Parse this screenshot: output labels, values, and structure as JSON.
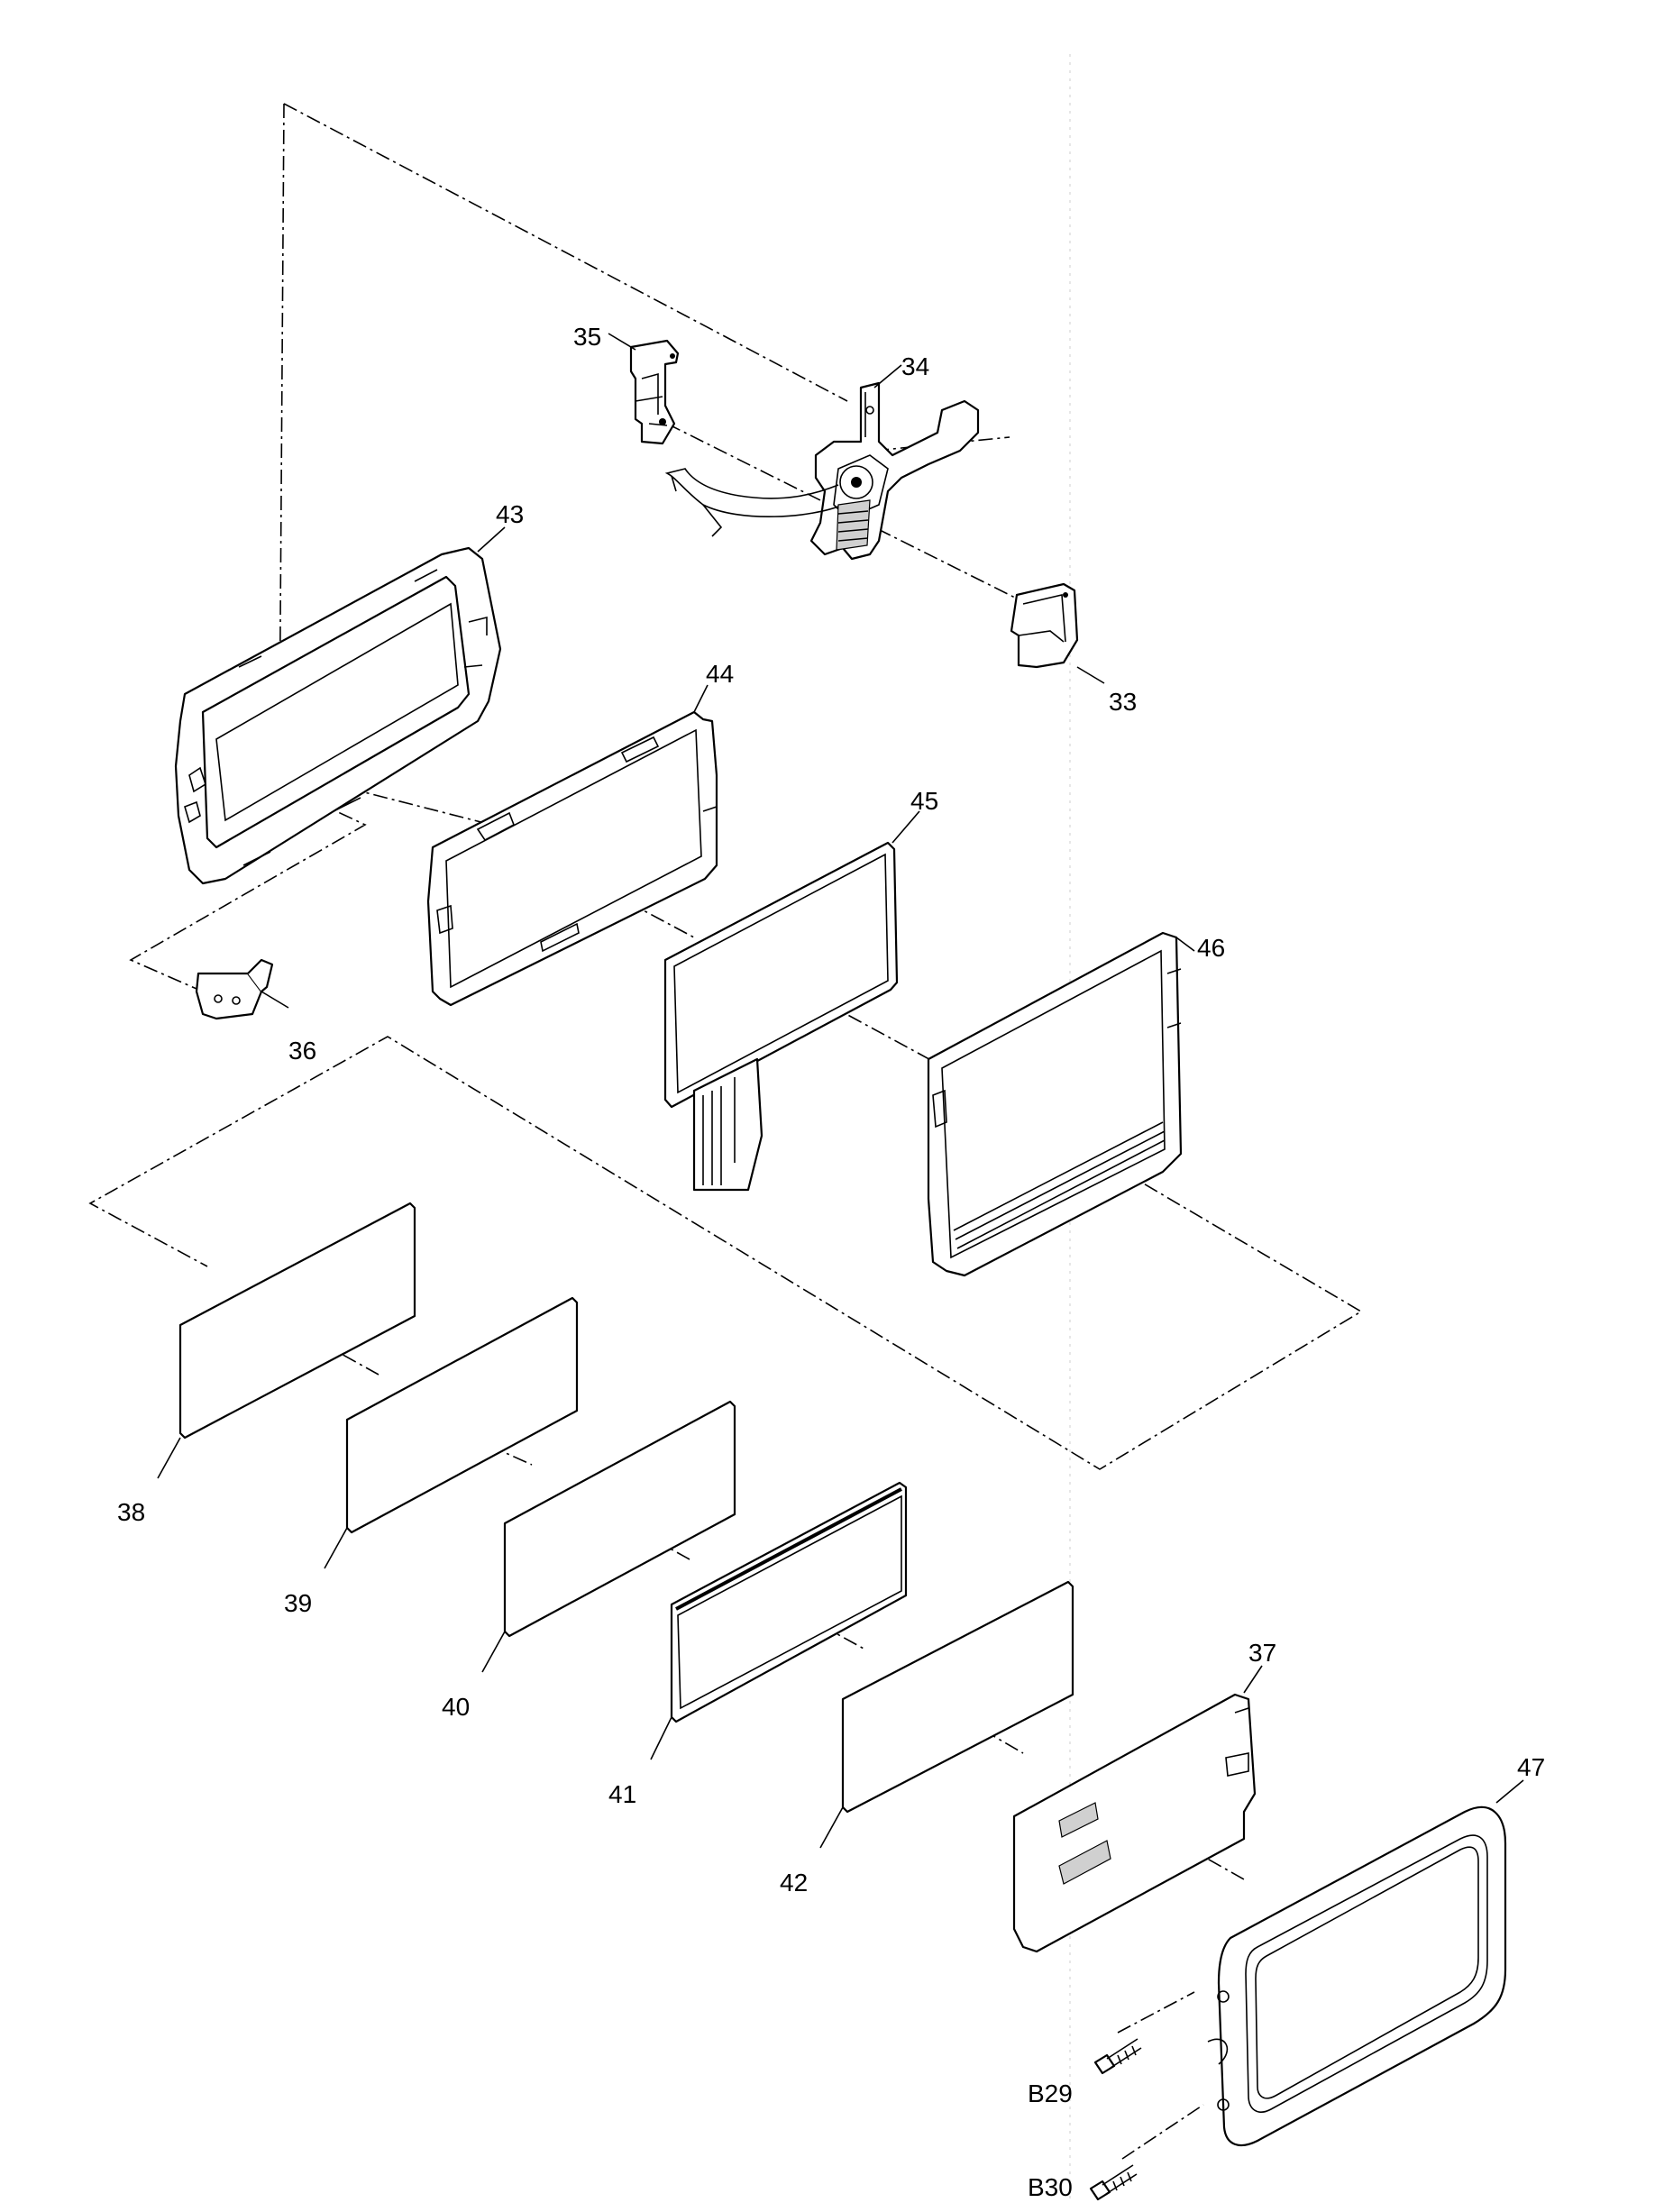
{
  "diagram": {
    "parts": [
      {
        "id": "p33",
        "label": "33"
      },
      {
        "id": "p34",
        "label": "34"
      },
      {
        "id": "p35",
        "label": "35"
      },
      {
        "id": "p36",
        "label": "36"
      },
      {
        "id": "p37",
        "label": "37"
      },
      {
        "id": "p38",
        "label": "38"
      },
      {
        "id": "p39",
        "label": "39"
      },
      {
        "id": "p40",
        "label": "40"
      },
      {
        "id": "p41",
        "label": "41"
      },
      {
        "id": "p42",
        "label": "42"
      },
      {
        "id": "p43",
        "label": "43"
      },
      {
        "id": "p44",
        "label": "44"
      },
      {
        "id": "p45",
        "label": "45"
      },
      {
        "id": "p46",
        "label": "46"
      },
      {
        "id": "p47",
        "label": "47"
      },
      {
        "id": "b29",
        "label": "B29"
      },
      {
        "id": "b30",
        "label": "B30"
      }
    ]
  }
}
